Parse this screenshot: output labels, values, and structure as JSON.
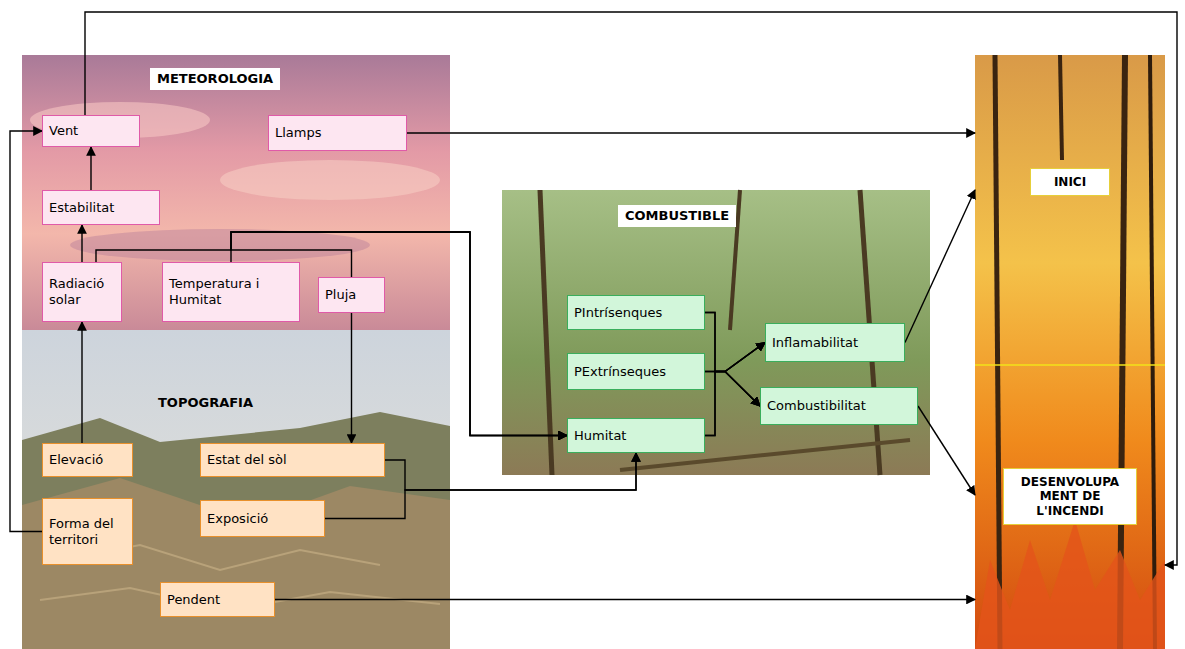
{
  "diagram": {
    "nodes": [
      {
        "text": [
          "METEOROLOGIA"
        ]
      },
      {
        "text": [
          "Vent"
        ],
        "in": 0
      },
      {
        "text": [
          "Llamps"
        ],
        "in": 0
      },
      {
        "text": [
          "Estabilitat"
        ],
        "in": 0
      },
      {
        "text": [
          "Radiació solar"
        ],
        "in": 0
      },
      {
        "text": [
          "Temperatura i Humitat"
        ],
        "in": 0
      },
      {
        "text": [
          "Pluja"
        ],
        "in": 0
      },
      {
        "text": [
          "TOPOGRAFIA"
        ]
      },
      {
        "text": [
          "Elevació"
        ],
        "in": 7
      },
      {
        "text": [
          "Estat del sòl"
        ],
        "in": 7
      },
      {
        "text": [
          "Forma del territori"
        ],
        "in": 7
      },
      {
        "text": [
          "Exposició"
        ],
        "in": 7
      },
      {
        "text": [
          "Pendent"
        ],
        "in": 7
      },
      {
        "text": [
          "COMBUSTIBLE"
        ]
      },
      {
        "text": [
          "PIntrísenques"
        ],
        "in": 13
      },
      {
        "text": [
          "PExtrínseques"
        ],
        "in": 13
      },
      {
        "text": [
          "Humitat"
        ],
        "in": 13
      },
      {
        "text": [
          "Inflamabilitat"
        ],
        "in": 13
      },
      {
        "text": [
          "Combustibilitat"
        ],
        "in": 13
      },
      {
        "text": [
          "INICI"
        ]
      },
      {
        "text": [
          "DESENVOLUPA MENT DE L'INCENDI"
        ]
      }
    ],
    "edges": [
      {
        "from": 3,
        "to": 1,
        "arrow": "to"
      },
      {
        "from": 4,
        "to": 3,
        "arrow": "to"
      },
      {
        "from": 8,
        "to": 4,
        "arrow": "to"
      },
      {
        "from": 10,
        "to": 1,
        "arrow": "to"
      },
      {
        "from": 1,
        "to": 20,
        "arrow": "to"
      },
      {
        "from": 2,
        "to": 19,
        "arrow": "to"
      },
      {
        "from": 4,
        "to": 16,
        "arrow": "to"
      },
      {
        "from": 5,
        "to": 16,
        "arrow": "to"
      },
      {
        "from": 6,
        "to": 16,
        "arrow": "to"
      },
      {
        "from": 6,
        "to": 9,
        "arrow": "to"
      },
      {
        "from": 9,
        "to": 16,
        "arrow": "to"
      },
      {
        "from": 11,
        "to": 16,
        "arrow": "to"
      },
      {
        "from": 14,
        "to": 17,
        "arrow": "to"
      },
      {
        "from": 14,
        "to": 18,
        "arrow": "to"
      },
      {
        "from": 15,
        "to": 17,
        "arrow": "to"
      },
      {
        "from": 15,
        "to": 18,
        "arrow": "to"
      },
      {
        "from": 16,
        "to": 17,
        "arrow": "to"
      },
      {
        "from": 16,
        "to": 18,
        "arrow": "to"
      },
      {
        "from": 17,
        "to": 19,
        "arrow": "to"
      },
      {
        "from": 18,
        "to": 20,
        "arrow": "to"
      },
      {
        "from": 12,
        "to": 20,
        "arrow": "to"
      }
    ]
  }
}
